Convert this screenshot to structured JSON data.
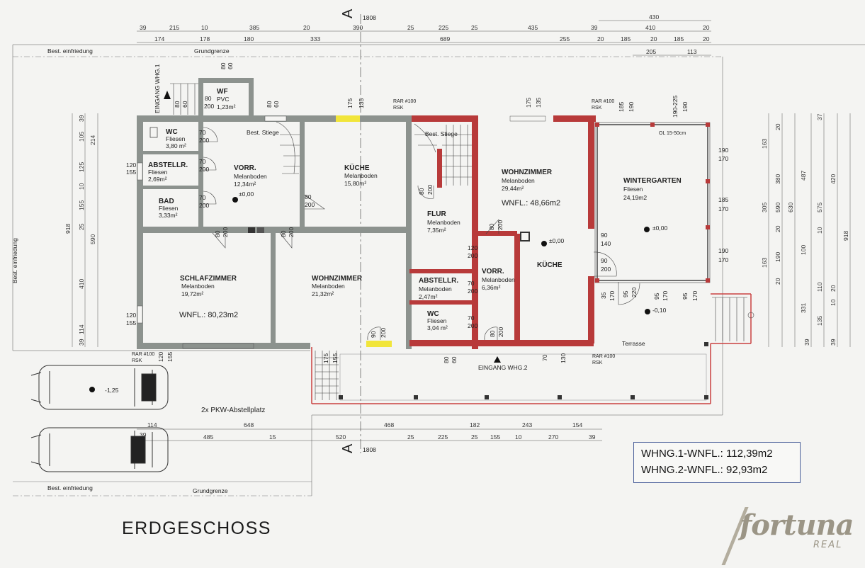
{
  "colors": {
    "wall": "#8c928e",
    "red_wall": "#b83a3a",
    "yellow_window": "#f1e53a",
    "box_border": "#4a5f9a",
    "logo": "#9b9586"
  },
  "section": {
    "label": "A",
    "total": "1808"
  },
  "dims_top_row1": [
    "39",
    "215",
    "10",
    "385",
    "20",
    "390",
    "25",
    "225",
    "25",
    "435",
    "39",
    "410",
    "20"
  ],
  "dims_top_row1_right": "430",
  "dims_top_row2": [
    "174",
    "178",
    "180",
    "333",
    "689",
    "255",
    "20",
    "185",
    "20",
    "185",
    "20"
  ],
  "dims_top_row3": [
    "205",
    "113"
  ],
  "dims_bottom_row1": [
    "114",
    "648",
    "520",
    "468",
    "182",
    "243",
    "154"
  ],
  "dims_bottom_row2": [
    "39",
    "485",
    "15",
    "25",
    "225",
    "25",
    "155",
    "10",
    "270",
    "39"
  ],
  "dims_left": [
    "39",
    "105",
    "214",
    "125",
    "10",
    "155",
    "25",
    "918",
    "590",
    "410",
    "114",
    "39"
  ],
  "dims_right": [
    "37",
    "20",
    "163",
    "380",
    "487",
    "305",
    "590",
    "630",
    "575",
    "420",
    "20",
    "190",
    "100",
    "10",
    "918",
    "163",
    "331",
    "110",
    "20",
    "135",
    "10",
    "39",
    "20",
    "39"
  ],
  "labels": {
    "best_einfriedung_top": "Best. einfriedung",
    "grundgrenze_top": "Grundgrenze",
    "best_einfriedung_left": "Best. einfriedung",
    "best_einfriedung_bottom": "Best. einfriedung",
    "grundgrenze_bottom": "Grundgrenze",
    "eingang1": "EINGANG WHG.1",
    "eingang2": "EINGANG WHG.2",
    "terrasse": "Terrasse",
    "parking": "2x PKW-Abstellplatz",
    "parking_level": "-1,25",
    "ol": "OL 15-50cm",
    "rar_top_left": "RAR #100",
    "rsk_top_left": "RSK",
    "rar_top_right": "RAR #100",
    "rsk_top_right": "RSK",
    "rar_bottom_left": "RAR #100",
    "rsk_bottom_left": "RSK",
    "rar_bottom_right": "RAR #100",
    "rsk_bottom_right": "RSK",
    "level_vorr": "±0,00",
    "level_kueche": "±0,00",
    "level_winter": "±0,00",
    "level_terr": "-0,10"
  },
  "rooms": {
    "wf": {
      "name": "WF",
      "floor": "PVC",
      "area": "1,23m²"
    },
    "wc1": {
      "name": "WC",
      "floor": "Fliesen",
      "area": "3,80 m²"
    },
    "abstellr1": {
      "name": "ABSTELLR.",
      "floor": "Fliesen",
      "area": "2,69m²"
    },
    "bad": {
      "name": "BAD",
      "floor": "Fliesen",
      "area": "3,33m²"
    },
    "vorr1": {
      "name": "VORR.",
      "floor": "Melanboden",
      "area": "12,34m²"
    },
    "stiege1": {
      "name": "Best. Stiege"
    },
    "kueche1": {
      "name": "KÜCHE",
      "floor": "Melanboden",
      "area": "15,80m²"
    },
    "schlaf": {
      "name": "SCHLAFZIMMER",
      "floor": "Melanboden",
      "area": "19,72m²"
    },
    "wohn1": {
      "name": "WOHNZIMMER",
      "floor": "Melanboden",
      "area": "21,32m²"
    },
    "wnfl1": "WNFL.: 80,23m2",
    "stiege2": {
      "name": "Best. Stiege"
    },
    "flur": {
      "name": "FLUR",
      "floor": "Melanboden",
      "area": "7,35m²"
    },
    "abstellr2": {
      "name": "ABSTELLR.",
      "floor": "Melanboden",
      "area": "2,47m²"
    },
    "wc2": {
      "name": "WC",
      "floor": "Fliesen",
      "area": "3,04 m²"
    },
    "vorr2": {
      "name": "VORR.",
      "floor": "Melanboden",
      "area": "6,36m²"
    },
    "wohn2": {
      "name": "WOHNZIMMER",
      "floor": "Melanboden",
      "area": "29,44m²"
    },
    "wnfl2": "WNFL.: 48,66m2",
    "kueche2": {
      "name": "KÜCHE"
    },
    "winter": {
      "name": "WINTERGARTEN",
      "floor": "Fliesen",
      "area": "24,19m2"
    }
  },
  "door_dims": {
    "d1a": "80",
    "d1b": "60",
    "d2a": "80",
    "d2b": "200",
    "d3a": "80",
    "d3b": "60",
    "d4a": "175",
    "d4b": "135",
    "d5a": "175",
    "d5b": "135",
    "wc_a": "70",
    "wc_b": "200",
    "ab_a": "70",
    "ab_b": "200",
    "bad_a": "70",
    "bad_b": "200",
    "w120a": "120",
    "w120b": "155",
    "w120c": "120",
    "w120d": "155",
    "vk_a": "80",
    "vk_b": "200",
    "s_a": "80",
    "s_b": "200",
    "w_a": "80",
    "w_b": "200",
    "st_a": "80",
    "st_b": "200",
    "fl_a": "80",
    "fl_b": "200",
    "fv_a": "120",
    "fv_b": "200",
    "ab2_a": "70",
    "ab2_b": "200",
    "wc2_a": "70",
    "wc2_b": "200",
    "en2_a": "80",
    "en2_b": "200",
    "en2_c": "80",
    "en2_d": "60",
    "yb_a": "90",
    "yb_b": "200",
    "bl_a": "120",
    "bl_b": "155",
    "bl_c": "175",
    "bl_d": "155",
    "wg_a": "90",
    "wg_b": "140",
    "wg_c": "90",
    "wg_d": "200",
    "wg_e": "35",
    "wg_f": "170",
    "wg_g": "95",
    "wg_h": "220",
    "wg_i": "95",
    "wg_j": "170",
    "wg_k": "95",
    "wg_l": "170",
    "wr_a": "190",
    "wr_b": "170",
    "wr_c": "185",
    "wr_d": "170",
    "wr_e": "190",
    "wr_f": "170",
    "wt_a": "185",
    "wt_b": "190",
    "wt_c": "190-225",
    "wt_d": "190",
    "eb_a": "70",
    "eb_b": "130"
  },
  "summary": {
    "line1": "WHNG.1-WNFL.: 112,39m2",
    "line2": "WHNG.2-WNFL.:  92,93m2"
  },
  "title": "ERDGESCHOSS",
  "logo": {
    "word": "fortuna",
    "sub": "REAL"
  }
}
